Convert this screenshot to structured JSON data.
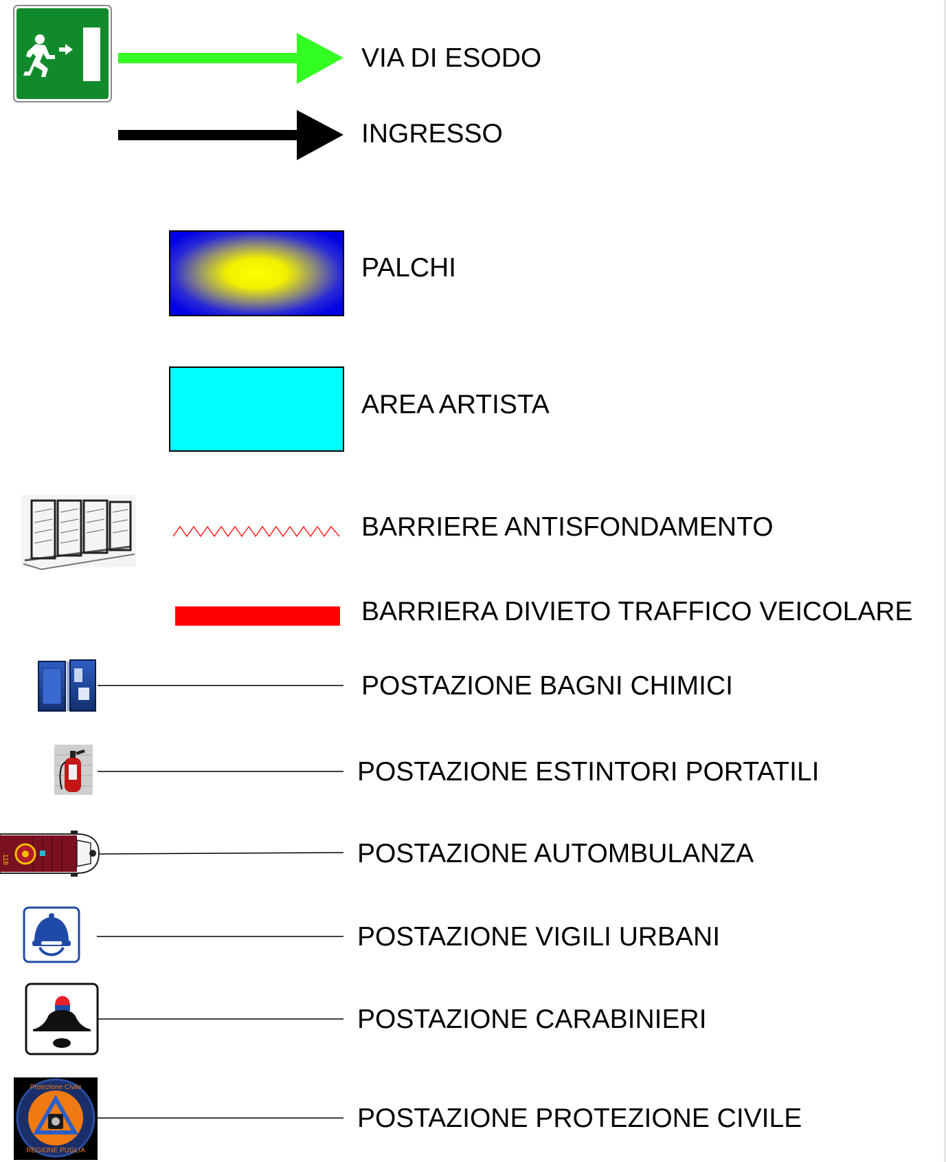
{
  "colors": {
    "exit_arrow": "#33ff22",
    "entrance_arrow": "#000000",
    "stage_center": "#ffff00",
    "stage_edge": "#0000e6",
    "artist_area": "#00ffff",
    "barrier_zigzag": "#ff1a1a",
    "traffic_barrier": "#ff0000",
    "exit_sign_green": "#118a2b"
  },
  "legend": {
    "exit_route": {
      "label": "VIA DI ESODO",
      "icon": "emergency-exit-sign-icon"
    },
    "entrance": {
      "label": "INGRESSO"
    },
    "stages": {
      "label": "PALCHI"
    },
    "artist_area": {
      "label": "AREA ARTISTA"
    },
    "anti_crush_barriers": {
      "label": "BARRIERE ANTISFONDAMENTO",
      "icon": "crowd-barrier-icon"
    },
    "traffic_barrier": {
      "label": "BARRIERA DIVIETO TRAFFICO VEICOLARE"
    },
    "chemical_toilets": {
      "label": "POSTAZIONE BAGNI CHIMICI",
      "icon": "chemical-toilet-icon"
    },
    "fire_extinguishers": {
      "label": "POSTAZIONE ESTINTORI PORTATILI",
      "icon": "fire-extinguisher-icon"
    },
    "ambulance": {
      "label": "POSTAZIONE AUTOMBULANZA",
      "icon": "ambulance-icon",
      "badge": "118"
    },
    "local_police": {
      "label": "POSTAZIONE VIGILI URBANI",
      "icon": "police-helmet-icon"
    },
    "carabinieri": {
      "label": "POSTAZIONE CARABINIERI",
      "icon": "carabinieri-hat-icon"
    },
    "civil_protection": {
      "label": "POSTAZIONE PROTEZIONE CIVILE",
      "icon": "civil-protection-logo-icon",
      "logo_text_top": "Protezione Civile",
      "logo_text_bottom": "REGIONE PUGLIA"
    }
  }
}
